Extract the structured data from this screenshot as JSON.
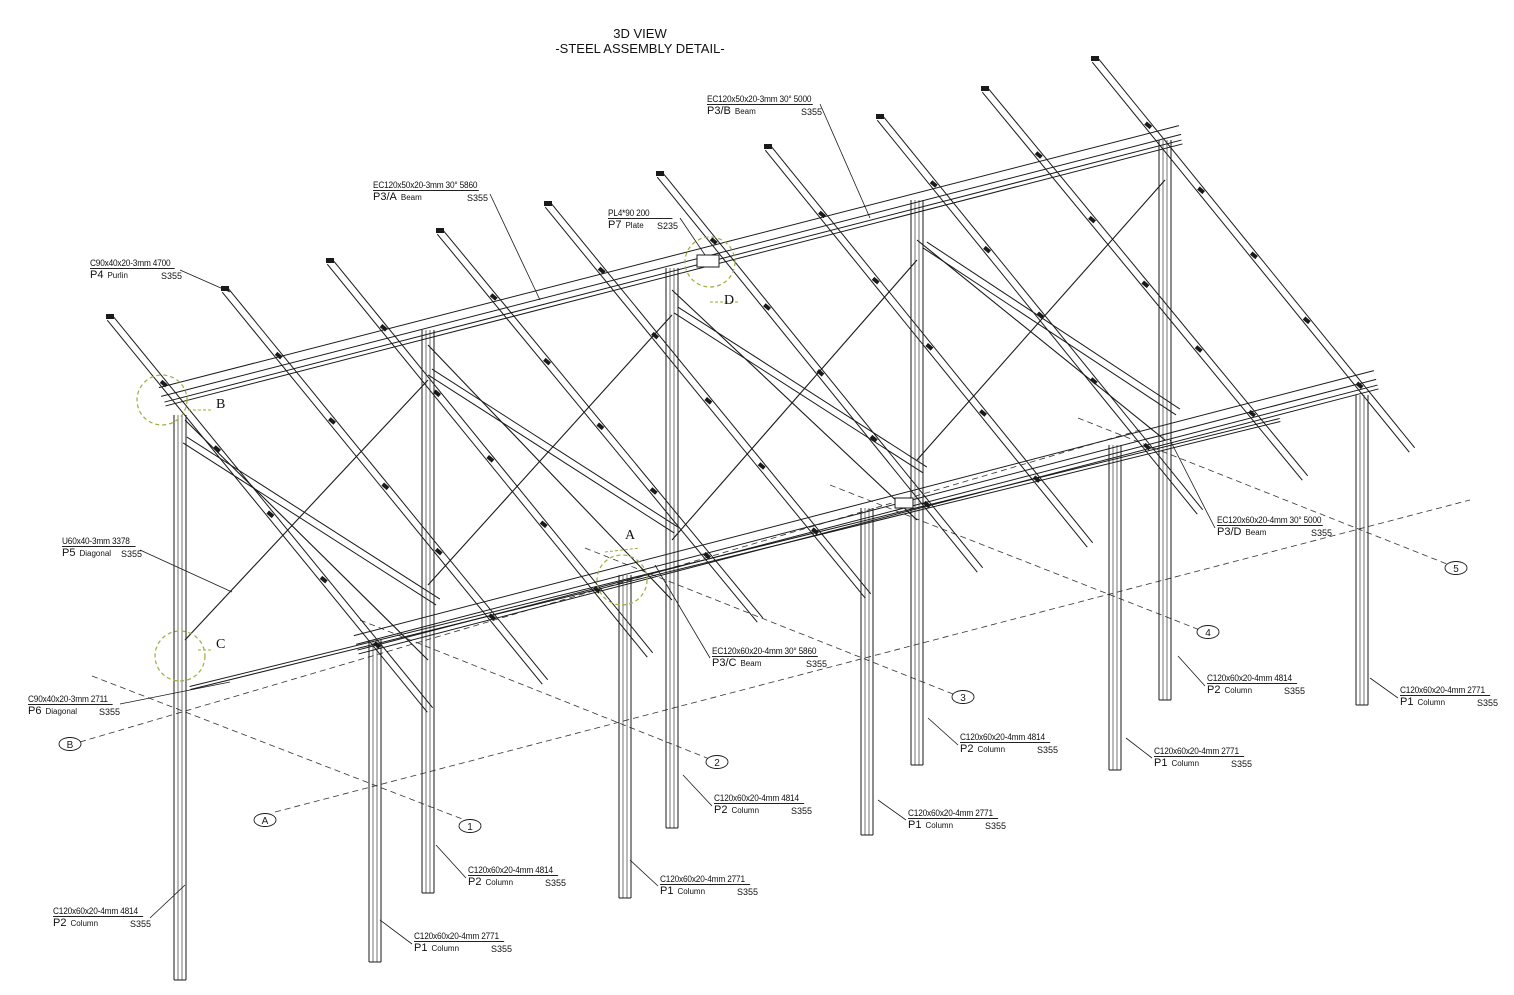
{
  "title": {
    "line1": "3D VIEW",
    "line2": "-STEEL ASSEMBLY DETAIL-"
  },
  "details": [
    "A",
    "B",
    "C",
    "D"
  ],
  "grid_bubbles": [
    "A",
    "B",
    "1",
    "2",
    "3",
    "4",
    "5"
  ],
  "labels": [
    {
      "id": "p3b",
      "spec": "EC120x50x20-3mm 30°  5000",
      "mark": "P3/B",
      "desc": "Beam",
      "grade": "S355"
    },
    {
      "id": "p3a",
      "spec": "EC120x50x20-3mm 30°  5860",
      "mark": "P3/A",
      "desc": "Beam",
      "grade": "S355"
    },
    {
      "id": "p7",
      "spec": "PL4*90  200",
      "mark": "P7",
      "desc": "Plate",
      "grade": "S235"
    },
    {
      "id": "p4",
      "spec": "C90x40x20-3mm  4700",
      "mark": "P4",
      "desc": "Purlin",
      "grade": "S355"
    },
    {
      "id": "p5",
      "spec": "U60x40-3mm   3378",
      "mark": "P5",
      "desc": "Diagonal",
      "grade": "S355"
    },
    {
      "id": "p3d",
      "spec": "EC120x60x20-4mm 30°  5000",
      "mark": "P3/D",
      "desc": "Beam",
      "grade": "S355"
    },
    {
      "id": "p3c",
      "spec": "EC120x60x20-4mm 30°  5860",
      "mark": "P3/C",
      "desc": "Beam",
      "grade": "S355"
    },
    {
      "id": "p6",
      "spec": "C90x40x20-3mm   2711",
      "mark": "P6",
      "desc": "Diagonal",
      "grade": "S355"
    },
    {
      "id": "c1",
      "spec": "C120x60x20-4mm   4814",
      "mark": "P2",
      "desc": "Column",
      "grade": "S355"
    },
    {
      "id": "c2",
      "spec": "C120x60x20-4mm   2771",
      "mark": "P1",
      "desc": "Column",
      "grade": "S355"
    },
    {
      "id": "c3",
      "spec": "C120x60x20-4mm   4814",
      "mark": "P2",
      "desc": "Column",
      "grade": "S355"
    },
    {
      "id": "c4",
      "spec": "C120x60x20-4mm   2771",
      "mark": "P1",
      "desc": "Column",
      "grade": "S355"
    },
    {
      "id": "c5",
      "spec": "C120x60x20-4mm   4814",
      "mark": "P2",
      "desc": "Column",
      "grade": "S355"
    },
    {
      "id": "c6",
      "spec": "C120x60x20-4mm   2771",
      "mark": "P1",
      "desc": "Column",
      "grade": "S355"
    },
    {
      "id": "c7",
      "spec": "C120x60x20-4mm   4814",
      "mark": "P2",
      "desc": "Column",
      "grade": "S355"
    },
    {
      "id": "c8",
      "spec": "C120x60x20-4mm   2771",
      "mark": "P1",
      "desc": "Column",
      "grade": "S355"
    },
    {
      "id": "c9",
      "spec": "C120x60x20-4mm   4814",
      "mark": "P2",
      "desc": "Column",
      "grade": "S355"
    },
    {
      "id": "c10",
      "spec": "C120x60x20-4mm   2771",
      "mark": "P1",
      "desc": "Column",
      "grade": "S355"
    }
  ],
  "colors": {
    "line": "#1a1a1a",
    "detail_circle": "#9aae3a",
    "background": "#ffffff"
  }
}
